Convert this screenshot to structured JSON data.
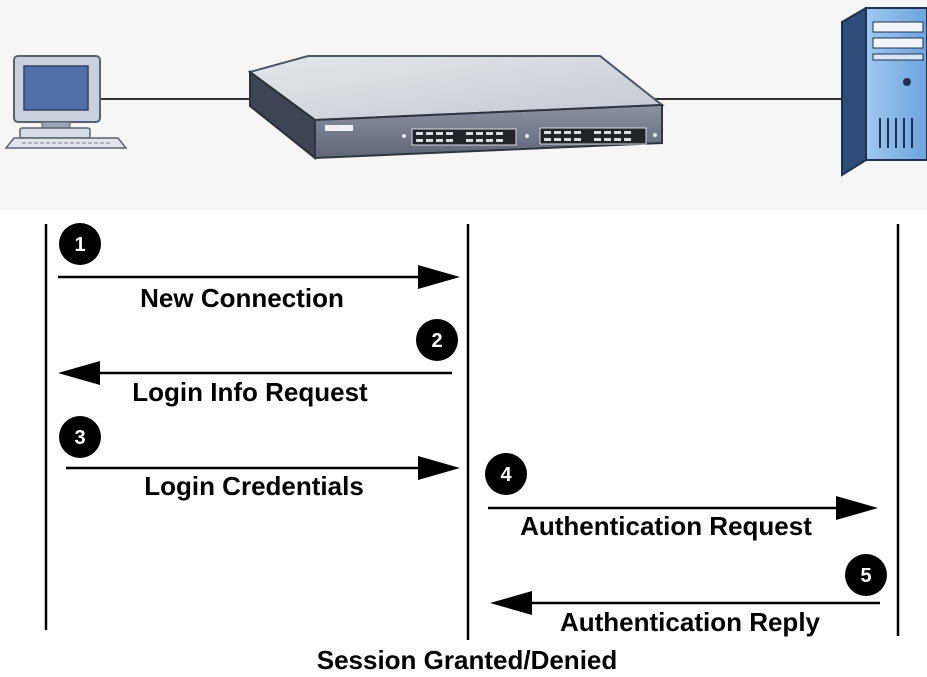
{
  "diagram": {
    "messages": [
      {
        "step": "1",
        "label": "New Connection"
      },
      {
        "step": "2",
        "label": "Login Info Request"
      },
      {
        "step": "3",
        "label": "Login Credentials"
      },
      {
        "step": "4",
        "label": "Authentication Request"
      },
      {
        "step": "5",
        "label": "Authentication Reply"
      }
    ],
    "footer": "Session Granted/Denied"
  }
}
